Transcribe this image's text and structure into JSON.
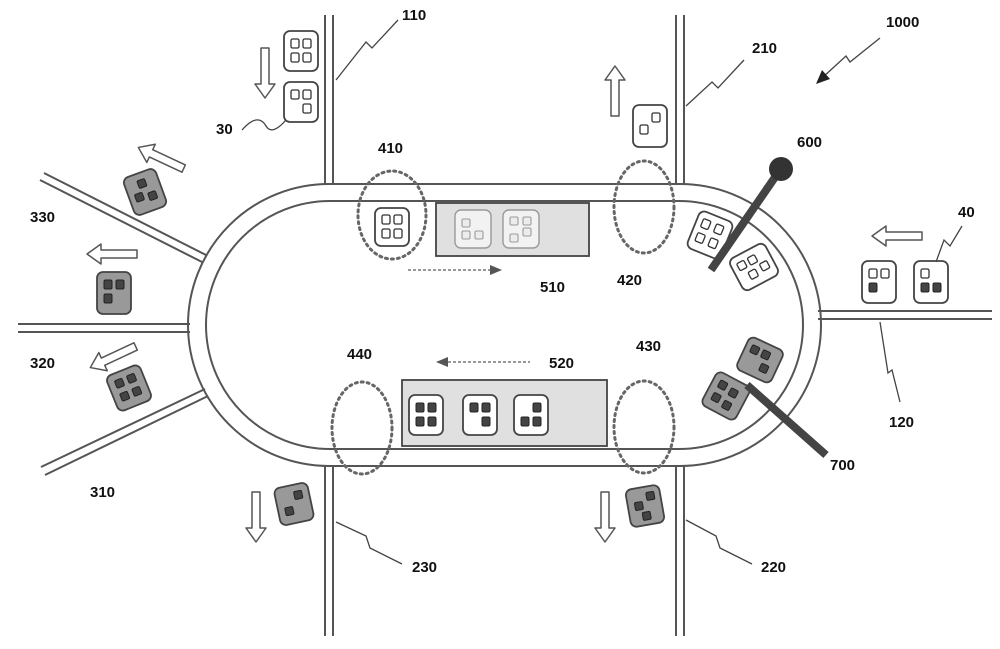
{
  "labels": {
    "system": "1000",
    "lane_110": "110",
    "lane_120": "120",
    "lane_210": "210",
    "lane_220": "220",
    "lane_230": "230",
    "lane_310": "310",
    "lane_320": "320",
    "lane_330": "330",
    "zone_410": "410",
    "zone_420": "420",
    "zone_430": "430",
    "zone_440": "440",
    "station_510": "510",
    "station_520": "520",
    "arm_600": "600",
    "arm_700": "700",
    "item_30": "30",
    "item_40": "40"
  },
  "colors": {
    "line": "#555555",
    "station_fill": "#e0e0e0",
    "dark_item": "#999999",
    "arm": "#444444"
  }
}
